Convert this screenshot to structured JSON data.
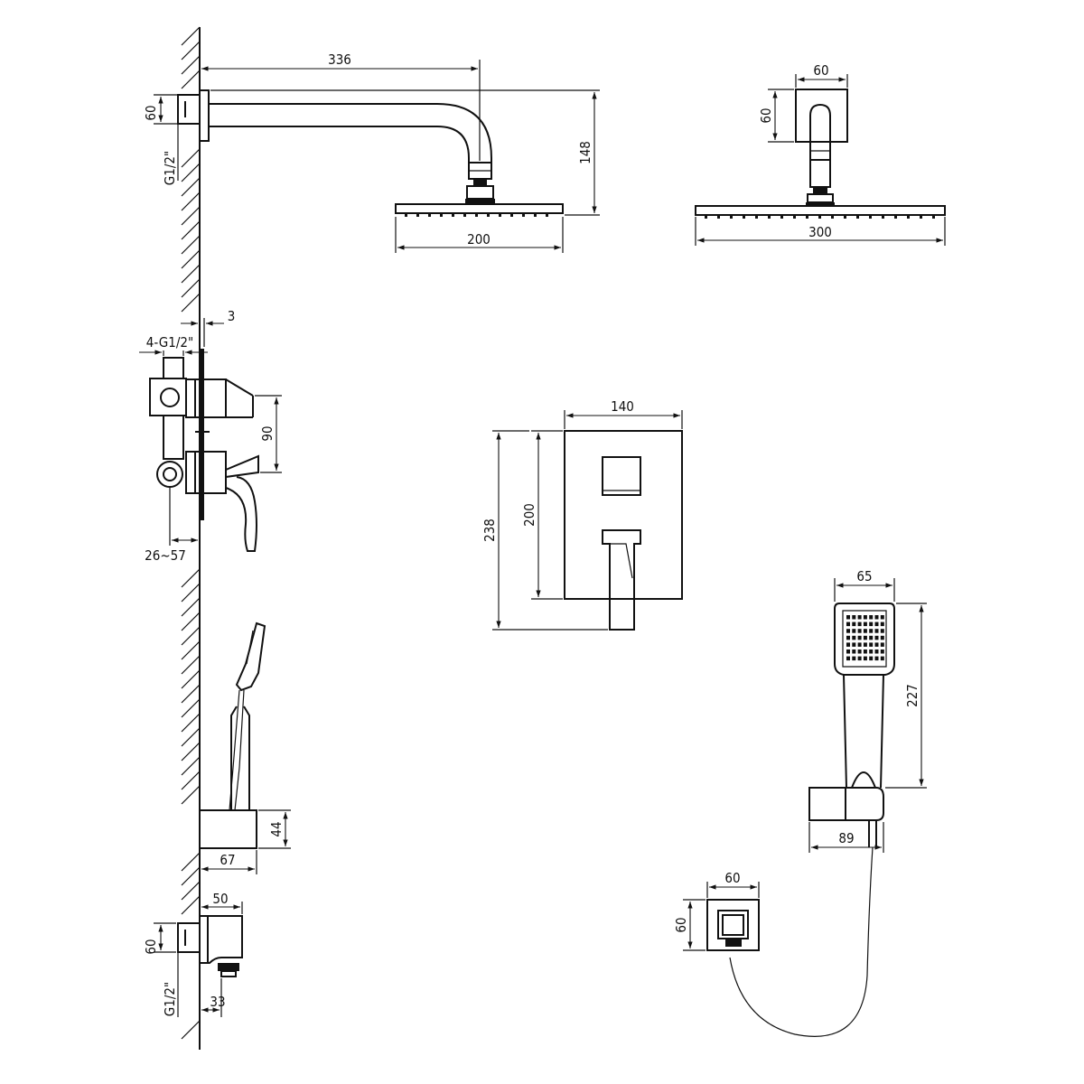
{
  "dimensions": {
    "arm_length": "336",
    "arm_height": "148",
    "wall_plate_height_top": "60",
    "inlet_thread_top": "G1/2\"",
    "head_side_width": "200",
    "flange_width_front": "60",
    "flange_height_front": "60",
    "head_front_width": "300",
    "valve_plate_gap": "3",
    "valve_inlets": "4-G1/2\"",
    "valve_handle_spacing": "90",
    "valve_depth_range": "26~57",
    "trim_width": "140",
    "trim_height_outer": "238",
    "trim_height_inner": "200",
    "holder_height": "44",
    "holder_depth": "67",
    "outlet_depth": "50",
    "outlet_height_side": "60",
    "inlet_thread_bottom": "G1/2\"",
    "outlet_nipple": "33",
    "handshower_width": "65",
    "handshower_length": "227",
    "holder_width_front": "89",
    "outlet_width_front": "60",
    "outlet_height_front": "60"
  }
}
